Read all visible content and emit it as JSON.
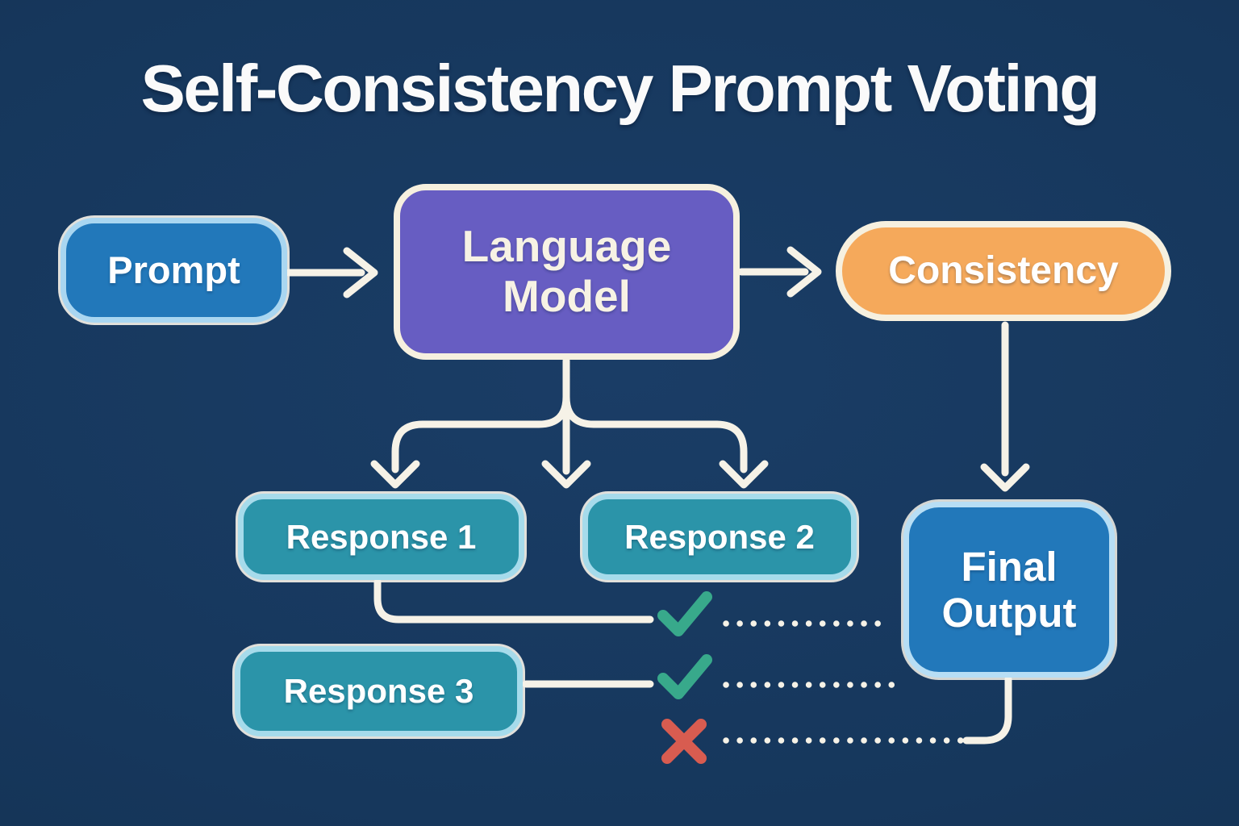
{
  "title": "Self-Consistency Prompt Voting",
  "colors": {
    "background": "#16375c",
    "title-text": "#fafafa",
    "node-text": "#ffffff",
    "line": "#f6f2e7",
    "prompt-fill": "#2278ba",
    "prompt-border": "#a9d6f1",
    "lm-fill": "#675dc2",
    "cream-border": "#f6f0df",
    "consistency-fill": "#f5a95b",
    "response-fill": "#2b94a9",
    "response-border": "#a6dbeb",
    "final-fill": "#2278ba",
    "final-border": "#b7def5",
    "check-green": "#38a98b",
    "cross-red": "#d85c50"
  },
  "nodes": {
    "prompt": {
      "label": "Prompt"
    },
    "language_model": {
      "line1": "Language",
      "line2": "Model"
    },
    "consistency": {
      "label": "Consistency"
    },
    "response1": {
      "label": "Response 1"
    },
    "response2": {
      "label": "Response 2"
    },
    "response3": {
      "label": "Response 3"
    },
    "final_output": {
      "line1": "Final",
      "line2": "Output"
    }
  },
  "votes": [
    {
      "row": 1,
      "mark": "check"
    },
    {
      "row": 2,
      "mark": "check"
    },
    {
      "row": 3,
      "mark": "cross"
    }
  ]
}
